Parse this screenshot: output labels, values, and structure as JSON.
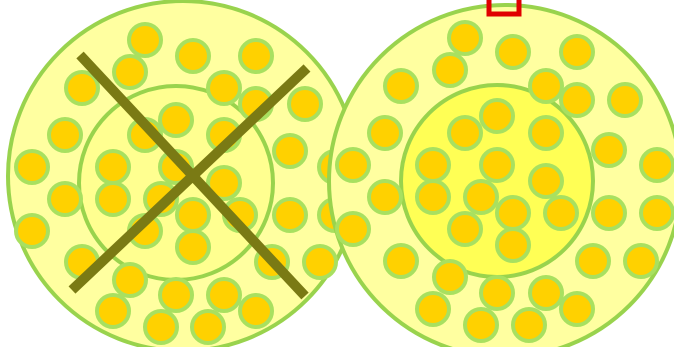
{
  "colors": {
    "disk_fill": "#ffffa0",
    "disk_stroke": "#99d34d",
    "inner_fill_left": "#ffff90",
    "inner_fill_right": "#ffff55",
    "dot_fill": "#ffd100",
    "dot_stroke": "#a8e060",
    "cross": "#7a7a14",
    "marker": "#e00000"
  },
  "diagrams": [
    {
      "name": "left",
      "crossed_out": true
    },
    {
      "name": "right",
      "crossed_out": false
    }
  ],
  "icons": [
    "cross-out-mark",
    "red-marker-icon"
  ]
}
